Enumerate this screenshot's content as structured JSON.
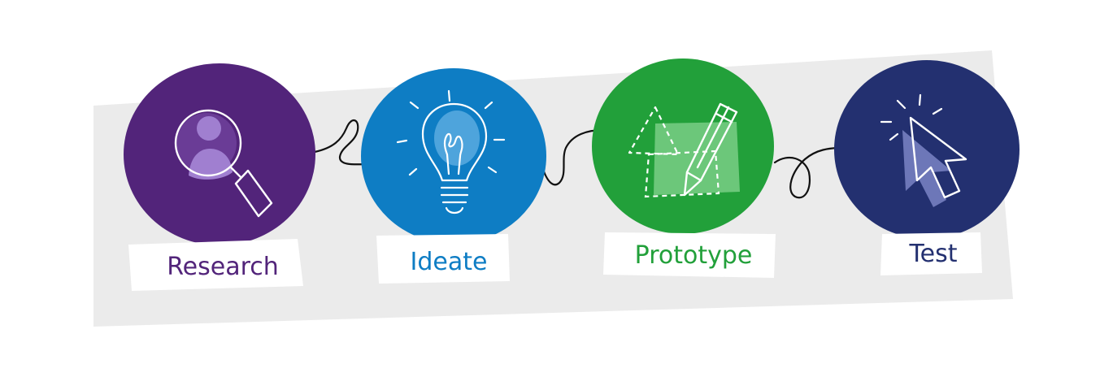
{
  "steps": [
    {
      "label": "Research",
      "icon": "magnifier-user-icon",
      "color": "#52247a"
    },
    {
      "label": "Ideate",
      "icon": "lightbulb-icon",
      "color": "#0e7dc4"
    },
    {
      "label": "Prototype",
      "icon": "shapes-pencil-icon",
      "color": "#22a03a"
    },
    {
      "label": "Test",
      "icon": "cursor-click-icon",
      "color": "#233070"
    }
  ],
  "colors": {
    "backdrop": "#ebebeb",
    "label_bg": "#ffffff",
    "connector": "#111111"
  }
}
